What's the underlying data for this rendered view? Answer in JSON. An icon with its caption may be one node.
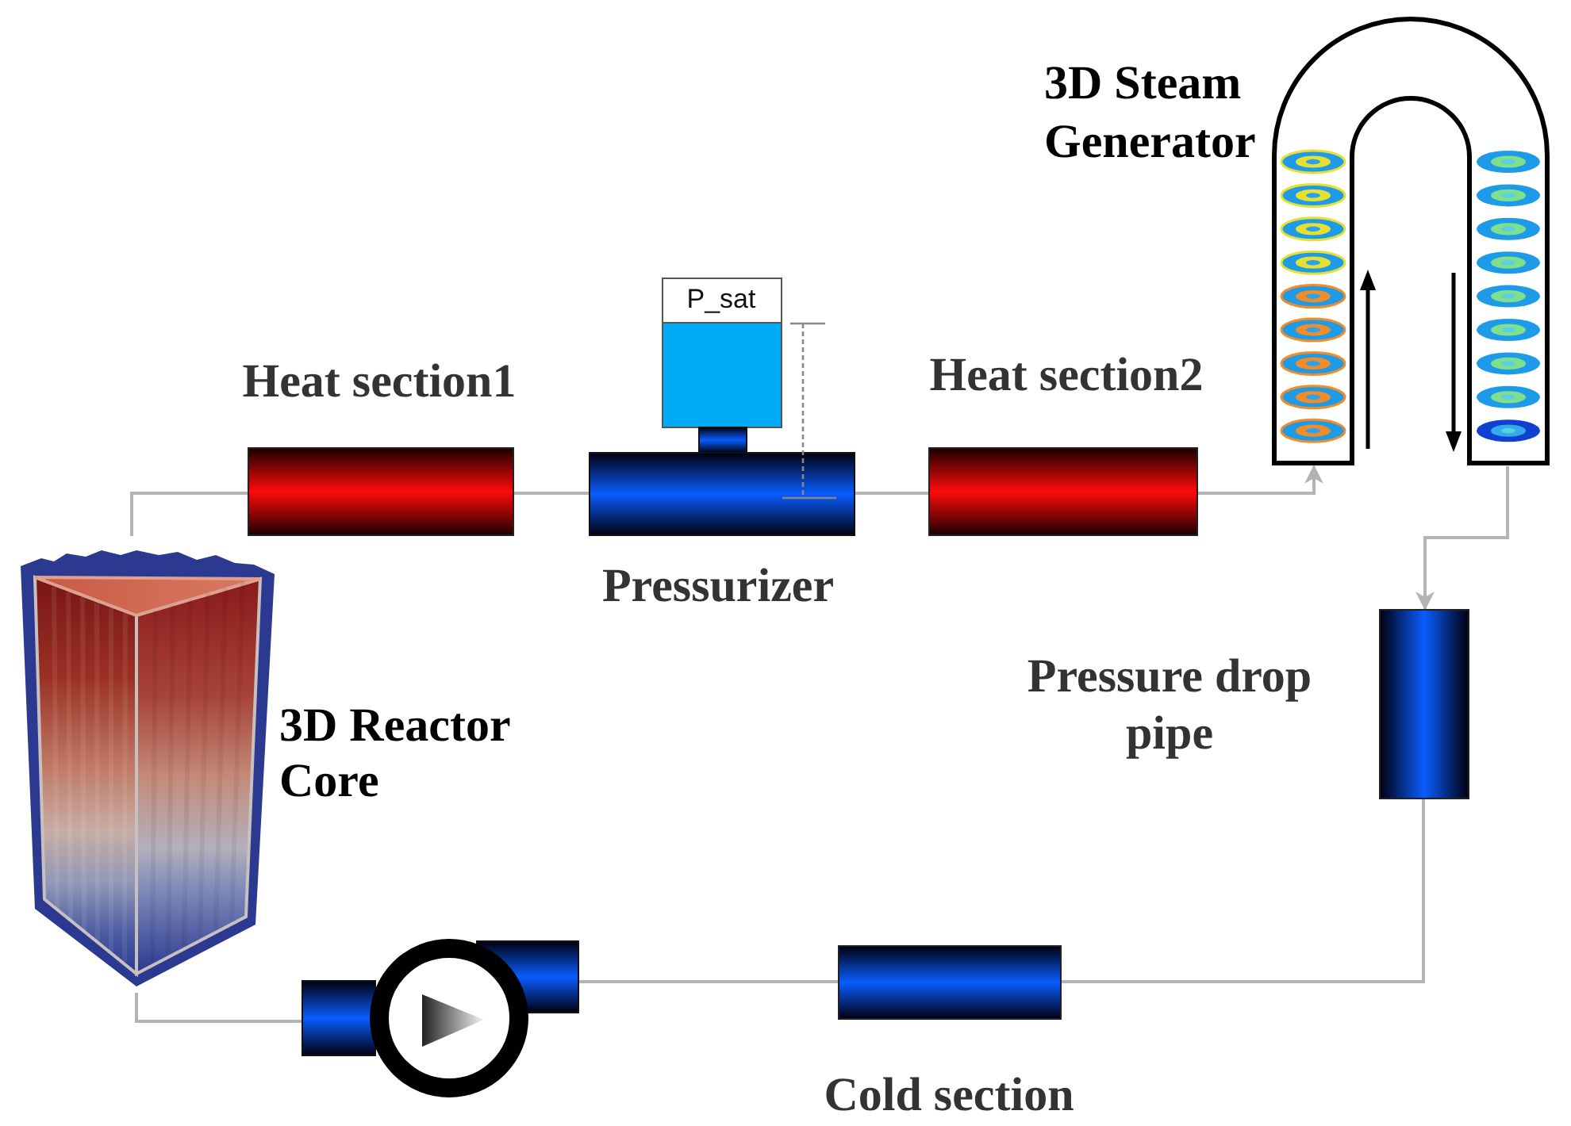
{
  "diagram": {
    "nodes": [
      {
        "text": [
          "3D Reactor Core"
        ]
      },
      {
        "text": [
          "Heat section1"
        ]
      },
      {
        "text": [
          "P_sat",
          "Pressurizer"
        ]
      },
      {
        "text": [
          "Heat section2"
        ]
      },
      {
        "text": [
          "3D Steam Generator"
        ]
      },
      {
        "text": [
          "Pressure drop pipe"
        ]
      },
      {
        "text": [
          "Cold section"
        ]
      },
      {
        "text": [],
        "shape": "picture"
      }
    ],
    "edges": [
      {
        "from": 0,
        "to": 1,
        "arrow": "none"
      },
      {
        "from": 1,
        "to": 2,
        "arrow": "none"
      },
      {
        "from": 2,
        "to": 3,
        "arrow": "none"
      },
      {
        "from": 3,
        "to": 4,
        "arrow": "to"
      },
      {
        "from": 4,
        "to": 5,
        "arrow": "to"
      },
      {
        "from": 5,
        "to": 6,
        "arrow": "none"
      },
      {
        "from": 6,
        "to": 7,
        "arrow": "none"
      },
      {
        "from": 7,
        "to": 0,
        "arrow": "none"
      }
    ]
  }
}
